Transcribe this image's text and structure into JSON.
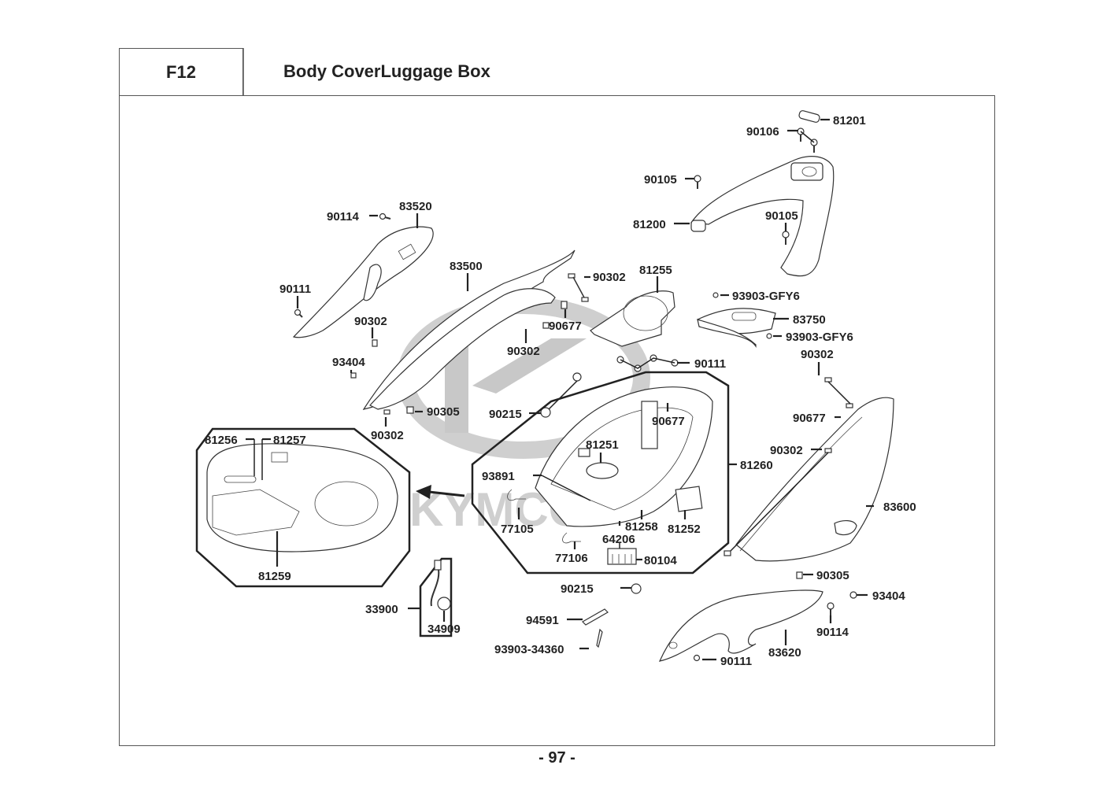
{
  "header": {
    "section_code": "F12",
    "title": "Body CoverLuggage Box"
  },
  "page_number": "- 97 -",
  "watermark": "KYMCO",
  "callouts": [
    {
      "id": "c1",
      "part": "81201"
    },
    {
      "id": "c2",
      "part": "90106"
    },
    {
      "id": "c3",
      "part": "90105"
    },
    {
      "id": "c4",
      "part": "81200"
    },
    {
      "id": "c5",
      "part": "90105"
    },
    {
      "id": "c6",
      "part": "83520"
    },
    {
      "id": "c7",
      "part": "90114"
    },
    {
      "id": "c8",
      "part": "90111"
    },
    {
      "id": "c9",
      "part": "83500"
    },
    {
      "id": "c10",
      "part": "90302"
    },
    {
      "id": "c11",
      "part": "81255"
    },
    {
      "id": "c12",
      "part": "90677"
    },
    {
      "id": "c13",
      "part": "90302"
    },
    {
      "id": "c14",
      "part": "90302"
    },
    {
      "id": "c15",
      "part": "93404"
    },
    {
      "id": "c16",
      "part": "90305"
    },
    {
      "id": "c17",
      "part": "90302"
    },
    {
      "id": "c18",
      "part": "90215"
    },
    {
      "id": "c19",
      "part": "93903-GFY6"
    },
    {
      "id": "c20",
      "part": "83750"
    },
    {
      "id": "c21",
      "part": "93903-GFY6"
    },
    {
      "id": "c22",
      "part": "90111"
    },
    {
      "id": "c23",
      "part": "90302"
    },
    {
      "id": "c24",
      "part": "90677"
    },
    {
      "id": "c25",
      "part": "90677"
    },
    {
      "id": "c26",
      "part": "81251"
    },
    {
      "id": "c27",
      "part": "81260"
    },
    {
      "id": "c28",
      "part": "90302"
    },
    {
      "id": "c29",
      "part": "93891"
    },
    {
      "id": "c30",
      "part": "77105"
    },
    {
      "id": "c31",
      "part": "81258"
    },
    {
      "id": "c32",
      "part": "81252"
    },
    {
      "id": "c33",
      "part": "64206"
    },
    {
      "id": "c34",
      "part": "77106"
    },
    {
      "id": "c35",
      "part": "80104"
    },
    {
      "id": "c36",
      "part": "83600"
    },
    {
      "id": "c37",
      "part": "81256"
    },
    {
      "id": "c38",
      "part": "81257"
    },
    {
      "id": "c39",
      "part": "81259"
    },
    {
      "id": "c40",
      "part": "90305"
    },
    {
      "id": "c41",
      "part": "90215"
    },
    {
      "id": "c42",
      "part": "93404"
    },
    {
      "id": "c43",
      "part": "33900"
    },
    {
      "id": "c44",
      "part": "34909"
    },
    {
      "id": "c45",
      "part": "94591"
    },
    {
      "id": "c46",
      "part": "90114"
    },
    {
      "id": "c47",
      "part": "93903-34360"
    },
    {
      "id": "c48",
      "part": "83620"
    },
    {
      "id": "c49",
      "part": "90111"
    }
  ]
}
